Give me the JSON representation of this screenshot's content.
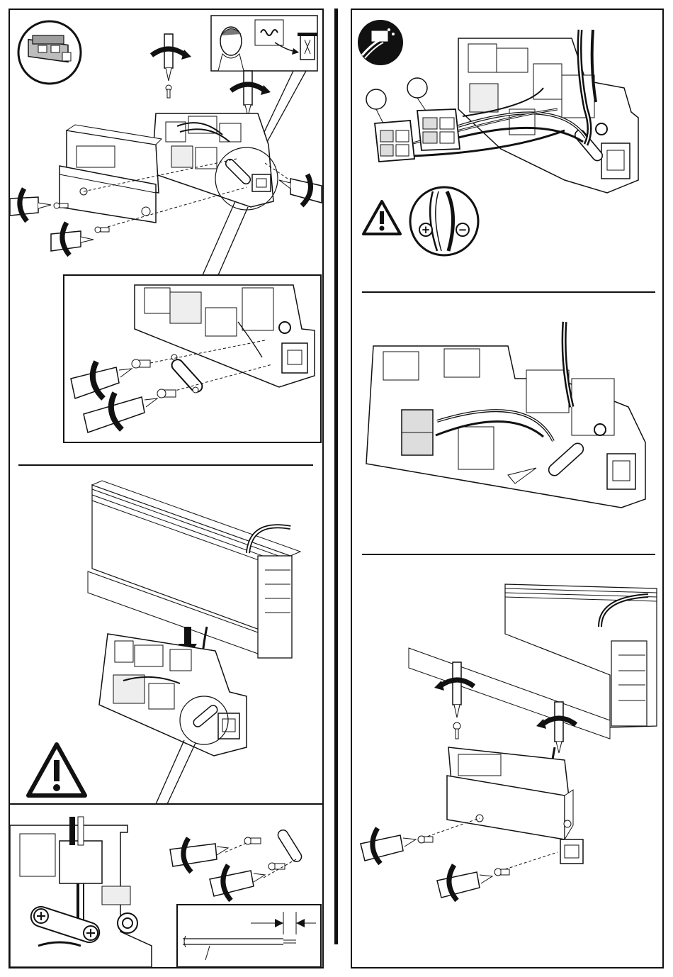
{
  "document": {
    "type": "installation-instructions",
    "left_column": {
      "steps": [
        {
          "id": "step-remove-cover-and-link",
          "icons": [
            "device-thumbnail-icon",
            "disposal-bin-icon"
          ]
        },
        {
          "id": "step-detail-link-screws"
        },
        {
          "id": "step-fit-profile",
          "icons": [
            "warning-icon"
          ]
        },
        {
          "id": "step-detail-link-refit"
        },
        {
          "id": "step-wire-strip"
        }
      ]
    },
    "right_column": {
      "steps": [
        {
          "id": "step-wire-connectors",
          "icons": [
            "wire-connector-icon",
            "warning-icon",
            "polarity-icon"
          ]
        },
        {
          "id": "step-wiring-routed"
        },
        {
          "id": "step-refit-cover"
        }
      ]
    },
    "polarity": {
      "plus": "+",
      "minus": "−"
    },
    "colors": {
      "line": "#111111",
      "paper": "#ffffff",
      "shade": "#d9d9d9",
      "dark": "#222222"
    }
  }
}
